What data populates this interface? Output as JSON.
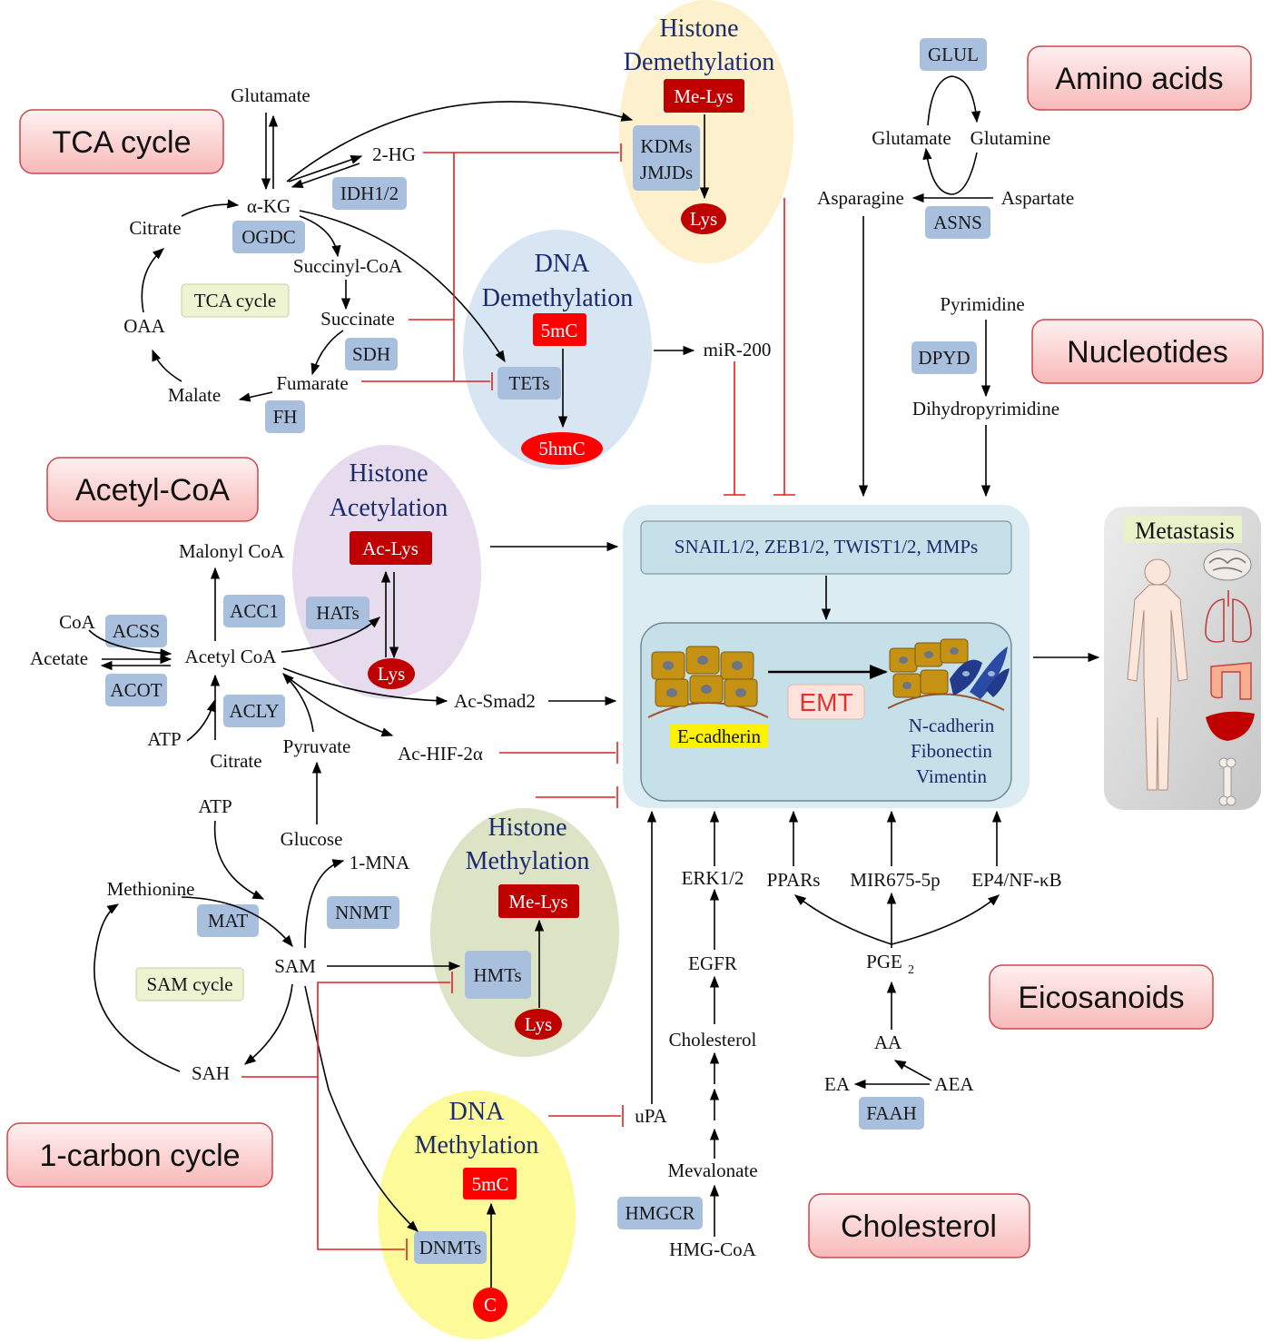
{
  "categories": {
    "tca": "TCA cycle",
    "acetyl": "Acetyl-CoA",
    "one_carbon": "1-carbon cycle",
    "amino": "Amino acids",
    "nucleotides": "Nucleotides",
    "eicosanoids": "Eicosanoids",
    "cholesterol": "Cholesterol"
  },
  "ellipses": {
    "histone_demethylation": {
      "line1": "Histone",
      "line2": "Demethylation",
      "mod": "Me-Lys",
      "enzyme_a": "KDMs",
      "enzyme_b": "JMJDs",
      "product": "Lys"
    },
    "dna_demethylation": {
      "line1": "DNA",
      "line2": "Demethylation",
      "mod": "5mC",
      "enzyme": "TETs",
      "product": "5hmC"
    },
    "histone_acetylation": {
      "line1": "Histone",
      "line2": "Acetylation",
      "mod": "Ac-Lys",
      "enzyme": "HATs",
      "product": "Lys"
    },
    "histone_methylation": {
      "line1": "Histone",
      "line2": "Methylation",
      "mod": "Me-Lys",
      "enzyme": "HMTs",
      "substrate": "Lys"
    },
    "dna_methylation": {
      "line1": "DNA",
      "line2": "Methylation",
      "mod": "5mC",
      "enzyme": "DNMTs",
      "substrate": "C"
    }
  },
  "tca": {
    "glutamate": "Glutamate",
    "akg": "α-KG",
    "hg2": "2-HG",
    "citrate": "Citrate",
    "succinyl_coa": "Succinyl-CoA",
    "succinate": "Succinate",
    "fumarate": "Fumarate",
    "malate": "Malate",
    "oaa": "OAA",
    "cycle_label": "TCA cycle",
    "idh": "IDH1/2",
    "ogdc": "OGDC",
    "sdh": "SDH",
    "fh": "FH"
  },
  "acetyl": {
    "malonyl": "Malonyl CoA",
    "acc1": "ACC1",
    "coa": "CoA",
    "acss": "ACSS",
    "acetate": "Acetate",
    "acetyl_coa": "Acetyl CoA",
    "acot": "ACOT",
    "acly": "ACLY",
    "atp": "ATP",
    "citrate": "Citrate",
    "pyruvate": "Pyruvate",
    "glucose": "Glucose",
    "ac_smad2": "Ac-Smad2",
    "ac_hif": "Ac-HIF-2α"
  },
  "one_carbon": {
    "atp": "ATP",
    "methionine": "Methionine",
    "mat": "MAT",
    "mna": "1-MNA",
    "nnmt": "NNMT",
    "sam": "SAM",
    "cycle_label": "SAM cycle",
    "sah": "SAH"
  },
  "amino": {
    "glul": "GLUL",
    "glutamate": "Glutamate",
    "glutamine": "Glutamine",
    "asparagine": "Asparagine",
    "aspartate": "Aspartate",
    "asns": "ASNS"
  },
  "nucleotides": {
    "pyrimidine": "Pyrimidine",
    "dpyd": "DPYD",
    "dihydro": "Dihydropyrimidine"
  },
  "mir200": "miR-200",
  "emt": {
    "factors": "SNAIL1/2, ZEB1/2, TWIST1/2, MMPs",
    "label": "EMT",
    "ecadherin": "E-cadherin",
    "ncadherin": "N-cadherin",
    "fibronectin": "Fibonectin",
    "vimentin": "Vimentin"
  },
  "metastasis": "Metastasis",
  "cholesterol_path": {
    "erk": "ERK1/2",
    "egfr": "EGFR",
    "cholesterol": "Cholesterol",
    "mevalonate": "Mevalonate",
    "hmgcr": "HMGCR",
    "hmg_coa": "HMG-CoA",
    "upa": "uPA"
  },
  "eicosanoid_path": {
    "ppars": "PPARs",
    "mir675": "MIR675-5p",
    "ep4": "EP4/NF-κB",
    "pge": "PGE",
    "pge_sub": "2",
    "aa": "AA",
    "ea": "EA",
    "aea": "AEA",
    "faah": "FAAH"
  },
  "colors": {
    "category_fill": "#fde2e2",
    "category_stroke": "#c9484a",
    "enzyme": "#a9bfde",
    "modification": "#c00000",
    "demethylation_histone": "#fdf0cc",
    "demethylation_dna": "#d8e6f4",
    "acetylation": "#e6dced",
    "methylation_histone": "#dde4c5",
    "methylation_dna": "#fdfa9a",
    "emt_panel": "#dcecf3",
    "inhibition": "#e02020"
  }
}
